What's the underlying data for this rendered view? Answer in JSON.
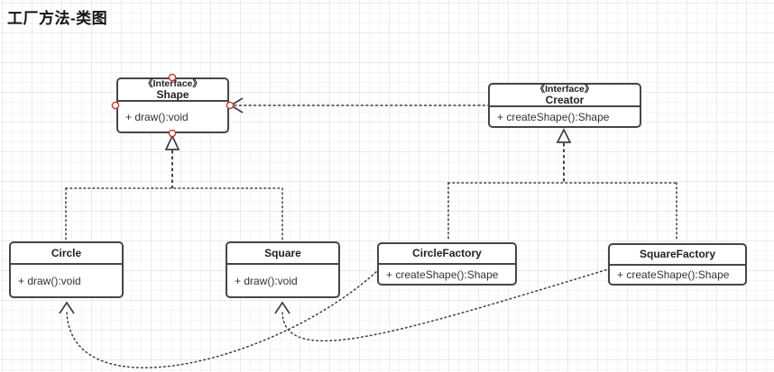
{
  "title": "工厂方法-类图",
  "canvas": {
    "background": "#ffffff",
    "grid_color": "#f0f0f0",
    "line_color": "#3d3d3d",
    "box_border_color": "#464646",
    "connection_point_color": "#c0392b"
  },
  "classes": [
    {
      "key": "shape",
      "stereotype": "《Interface》",
      "name": "Shape",
      "methods": [
        "+ draw():void"
      ]
    },
    {
      "key": "creator",
      "stereotype": "《Interface》",
      "name": "Creator",
      "methods": [
        "+ createShape():Shape"
      ]
    },
    {
      "key": "circle",
      "name": "Circle",
      "methods": [
        "+ draw():void"
      ]
    },
    {
      "key": "square",
      "name": "Square",
      "methods": [
        "+ draw():void"
      ]
    },
    {
      "key": "circle-factory",
      "name": "CircleFactory",
      "methods": [
        "+ createShape():Shape"
      ]
    },
    {
      "key": "square-factory",
      "name": "SquareFactory",
      "methods": [
        "+ createShape():Shape"
      ]
    }
  ],
  "relations": [
    {
      "type": "realization",
      "from": "Circle",
      "to": "Shape"
    },
    {
      "type": "realization",
      "from": "Square",
      "to": "Shape"
    },
    {
      "type": "realization",
      "from": "CircleFactory",
      "to": "Creator"
    },
    {
      "type": "realization",
      "from": "SquareFactory",
      "to": "Creator"
    },
    {
      "type": "dependency",
      "from": "Creator",
      "to": "Shape"
    },
    {
      "type": "dependency",
      "from": "CircleFactory",
      "to": "Circle"
    },
    {
      "type": "dependency",
      "from": "SquareFactory",
      "to": "Square"
    }
  ]
}
